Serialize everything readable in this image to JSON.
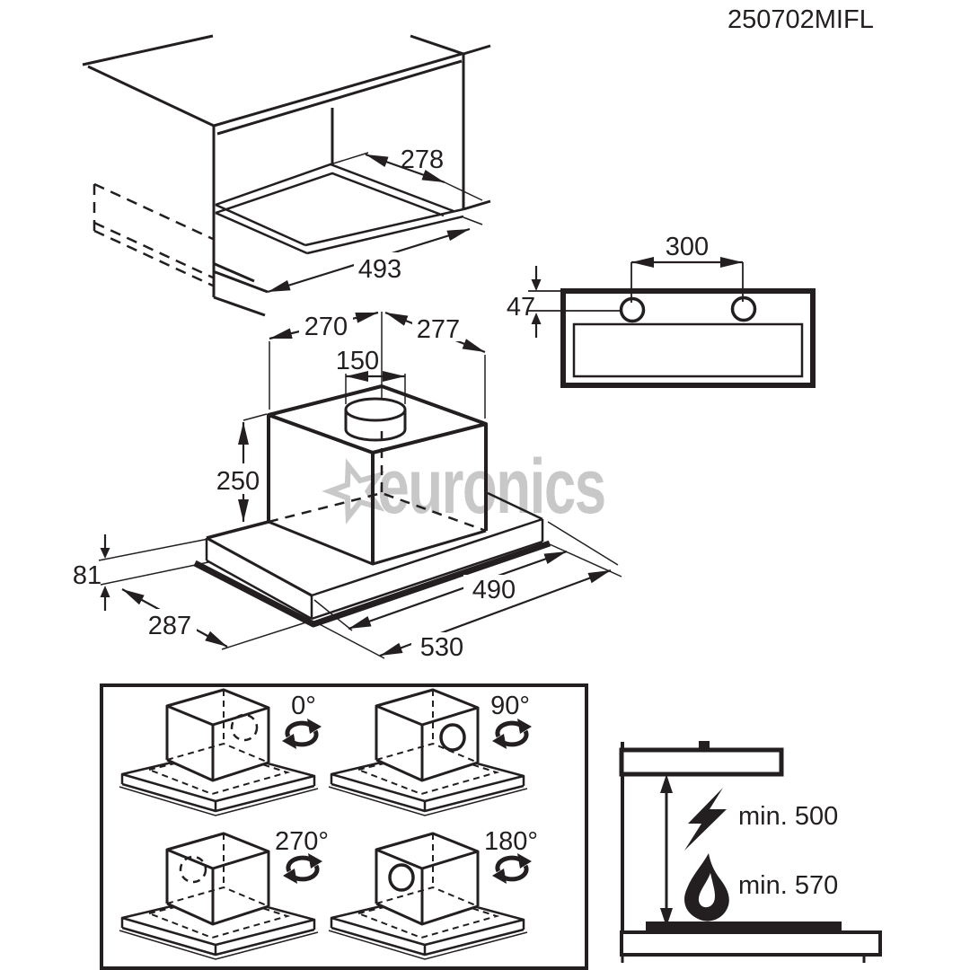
{
  "header": {
    "title": "250702MIFL"
  },
  "watermark": {
    "brand": "euronics"
  },
  "views": {
    "cabinet_cutout": {
      "cutout_depth_mm": "278",
      "cutout_width_mm": "493"
    },
    "hood_front": {
      "hole_spacing_mm": "300",
      "hole_offset_mm": "47"
    },
    "hood_iso": {
      "depth_rear_mm": "270",
      "depth_front_mm": "277",
      "duct_diameter_mm": "150",
      "body_height_mm": "250",
      "panel_height_mm": "81",
      "panel_depth_mm": "287",
      "inner_width_mm": "490",
      "panel_width_mm": "530"
    }
  },
  "rotation_panel": {
    "options": [
      {
        "angle": "0°"
      },
      {
        "angle": "90°"
      },
      {
        "angle": "270°"
      },
      {
        "angle": "180°"
      }
    ]
  },
  "clearance_panel": {
    "electric_min": "min. 500",
    "gas_min": "min. 570"
  }
}
